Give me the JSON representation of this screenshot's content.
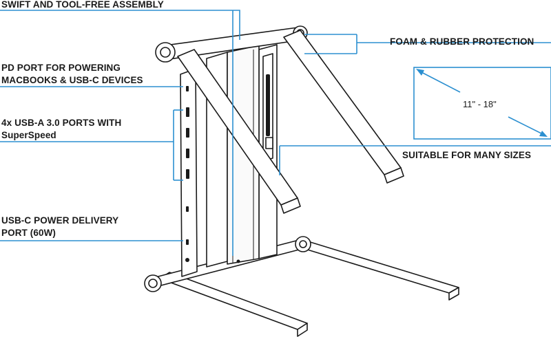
{
  "callouts": {
    "assembly": "SWIFT AND TOOL-FREE ASSEMBLY",
    "pd_port_line1": "PD PORT FOR POWERING",
    "pd_port_line2": "MACBOOKS & USB-C DEVICES",
    "usb_a_line1": "4x USB-A 3.0 PORTS WITH",
    "usb_a_line2": "SuperSpeed",
    "usb_c_line1": "USB-C POWER DELIVERY",
    "usb_c_line2": "PORT (60W)",
    "foam": "FOAM & RUBBER PROTECTION",
    "sizes": "SUITABLE FOR MANY SIZES"
  },
  "size_range": "11\" - 18\"",
  "colors": {
    "accent": "#2b8fd0",
    "ink": "#1a1a1a",
    "background": "#ffffff"
  }
}
